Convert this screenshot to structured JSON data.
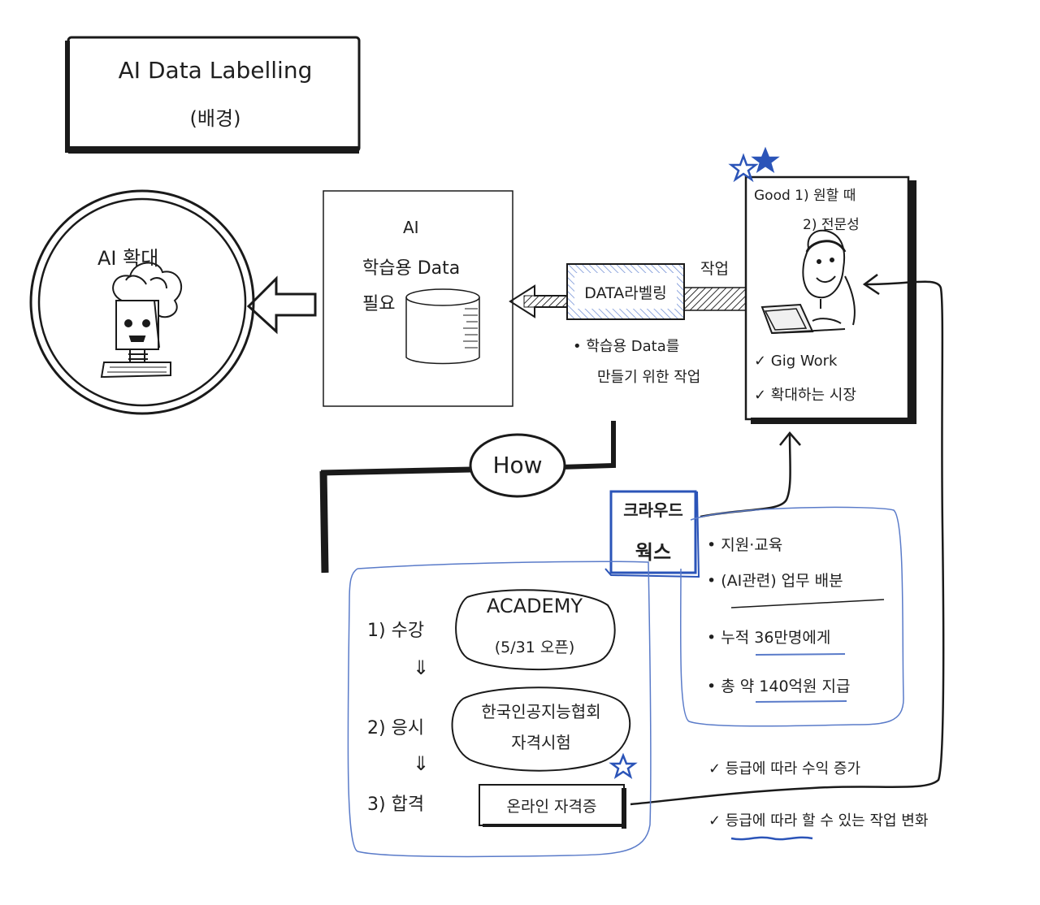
{
  "title_box": {
    "line1": "AI Data Labelling",
    "line2": "(배경)"
  },
  "ai_expand": {
    "label": "AI 확대"
  },
  "ai_data": {
    "line1": "AI",
    "line2": "학습용 Data",
    "line3": "필요"
  },
  "labeling": {
    "label": "DATA라벨링",
    "work_label": "작업",
    "note1": "• 학습용 Data를",
    "note2": "만들기 위한 작업"
  },
  "good_box": {
    "good1": "Good 1) 원할 때",
    "good2": "2) 전문성",
    "check1": "✓ Gig Work",
    "check2": "✓ 확대하는 시장"
  },
  "how": {
    "label": "How"
  },
  "crowdworks": {
    "line1": "크라우드",
    "line2": "웍스"
  },
  "features": [
    "• 지원·교육",
    "• (AI관련) 업무 배분",
    "• 누적 36만명에게",
    "• 총 약 140억원 지급"
  ],
  "steps": {
    "s1": "1) 수강",
    "s2": "2) 응시",
    "s3": "3) 합격",
    "arrow": "⇓"
  },
  "academy": {
    "line1": "ACADEMY",
    "line2": "(5/31 오픈)"
  },
  "kaia": {
    "line1": "한국인공지능협회",
    "line2": "자격시험"
  },
  "cert": {
    "label": "온라인 자격증"
  },
  "grade": {
    "g1": "✓ 등급에 따라 수익 증가",
    "g2": "✓ 등급에 따라 할 수 있는 작업 변화"
  },
  "colors": {
    "ink": "#1a1a1a",
    "blue": "#2b54b8",
    "light_blue": "#5a7bc9"
  }
}
